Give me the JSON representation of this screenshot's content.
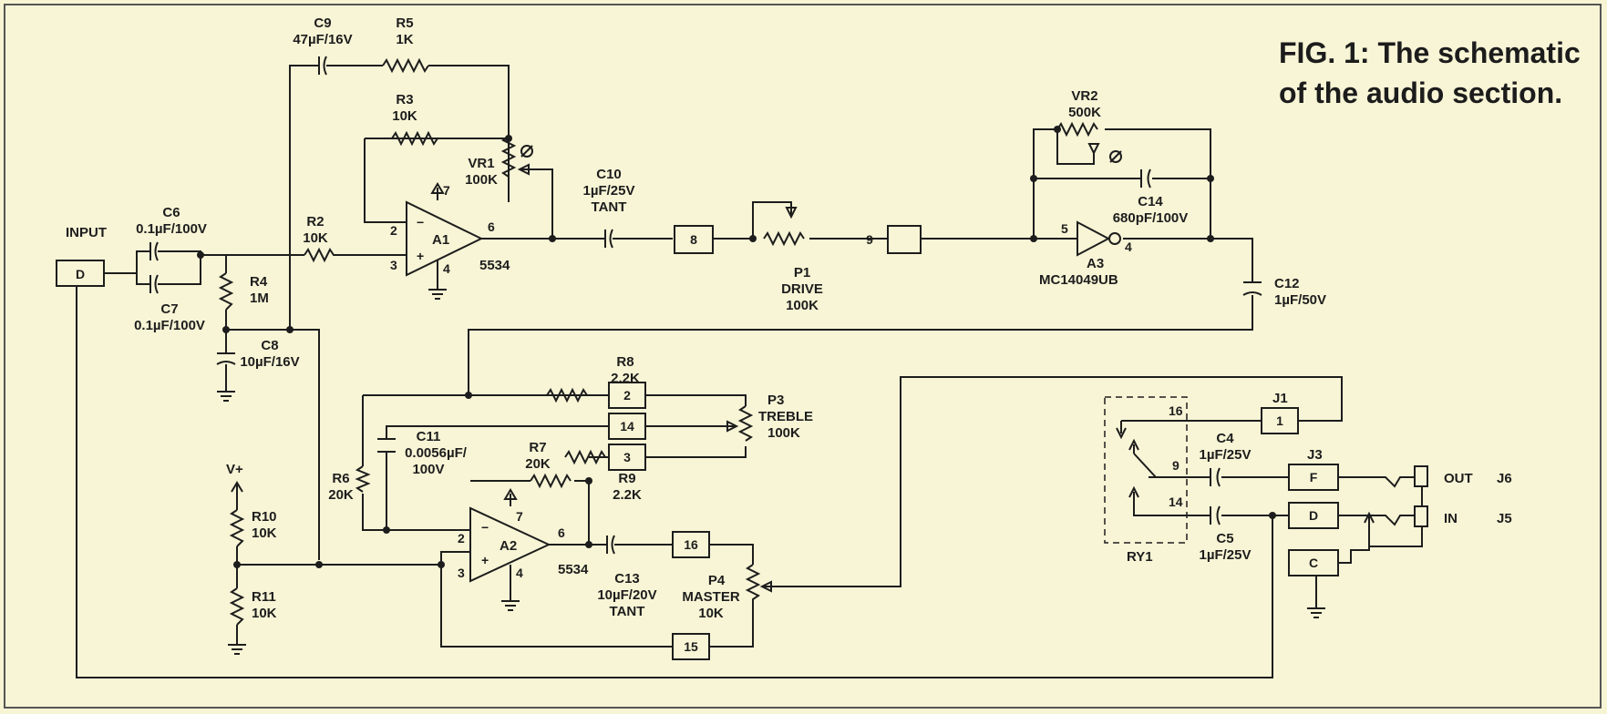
{
  "caption": [
    "FIG. 1: The schematic",
    "of the audio section."
  ],
  "components": {
    "C9": {
      "ref": "C9",
      "value": "47µF/16V"
    },
    "R5": {
      "ref": "R5",
      "value": "1K"
    },
    "R3": {
      "ref": "R3",
      "value": "10K"
    },
    "VR1": {
      "ref": "VR1",
      "value": "100K"
    },
    "C10": {
      "ref": "C10",
      "value": "1µF/25V",
      "extra": "TANT"
    },
    "VR2": {
      "ref": "VR2",
      "value": "500K"
    },
    "C14": {
      "ref": "C14",
      "value": "680pF/100V"
    },
    "C6": {
      "ref": "C6",
      "value": "0.1µF/100V"
    },
    "C7": {
      "ref": "C7",
      "value": "0.1µF/100V"
    },
    "R2": {
      "ref": "R2",
      "value": "10K"
    },
    "R4": {
      "ref": "R4",
      "value": "1M"
    },
    "C8": {
      "ref": "C8",
      "value": "10µF/16V"
    },
    "A1": {
      "ref": "A1",
      "part": "5534"
    },
    "A3": {
      "ref": "A3",
      "part": "MC14049UB"
    },
    "P1": {
      "ref": "P1",
      "name": "DRIVE",
      "value": "100K"
    },
    "C12": {
      "ref": "C12",
      "value": "1µF/50V"
    },
    "R8": {
      "ref": "R8",
      "value": "2.2K"
    },
    "P3": {
      "ref": "P3",
      "name": "TREBLE",
      "value": "100K"
    },
    "C11": {
      "ref": "C11",
      "value": "0.0056µF/",
      "value2": "100V"
    },
    "R7": {
      "ref": "R7",
      "value": "20K"
    },
    "R9": {
      "ref": "R9",
      "value": "2.2K"
    },
    "R6": {
      "ref": "R6",
      "value": "20K"
    },
    "A2": {
      "ref": "A2",
      "part": "5534"
    },
    "C13": {
      "ref": "C13",
      "value": "10µF/20V",
      "extra": "TANT"
    },
    "P4": {
      "ref": "P4",
      "name": "MASTER",
      "value": "10K"
    },
    "R10": {
      "ref": "R10",
      "value": "10K"
    },
    "R11": {
      "ref": "R11",
      "value": "10K"
    },
    "C4": {
      "ref": "C4",
      "value": "1µF/25V"
    },
    "C5": {
      "ref": "C5",
      "value": "1µF/25V"
    },
    "RY1": {
      "ref": "RY1"
    },
    "J1": {
      "ref": "J1"
    },
    "J3": {
      "ref": "J3"
    },
    "J5": {
      "ref": "J5",
      "label": "IN"
    },
    "J6": {
      "ref": "J6",
      "label": "OUT"
    }
  },
  "labels": {
    "input": "INPUT",
    "vplus": "V+",
    "minus": "−",
    "plus": "+"
  },
  "pins": {
    "a1_in_minus": "2",
    "a1_in_plus": "3",
    "a1_out": "6",
    "a1_v7": "7",
    "a1_v4": "4",
    "a3_in": "5",
    "a3_out": "4",
    "a2_in_minus": "2",
    "a2_in_plus": "3",
    "a2_out": "6",
    "a2_v7": "7",
    "a2_v4": "4",
    "relay_16": "16",
    "relay_9": "9",
    "relay_14": "14",
    "p1_9": "9"
  },
  "connector_boxes": {
    "input": "D",
    "b8": "8",
    "b9": "",
    "b2": "2",
    "b14": "14",
    "b3": "3",
    "b16": "16",
    "b15": "15",
    "j1": "1",
    "j3": "F",
    "jd": "D",
    "jc": "C"
  }
}
